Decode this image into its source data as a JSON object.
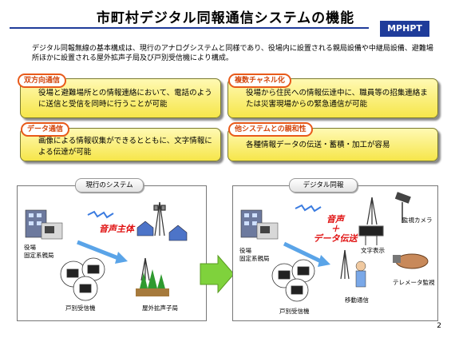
{
  "title": "市町村デジタル同報通信システムの機能",
  "badge": "MPHPT",
  "intro": "デジタル同報無線の基本構成は、現行のアナログシステムと同様であり、役場内に設置される親局設備や中継局設備、避難場所ほかに設置される屋外拡声子局及び戸別受信機により構成。",
  "features": [
    {
      "tag": "双方向通信",
      "text": "役場と避難場所との情報連絡において、電話のように送信と受信を同時に行うことが可能"
    },
    {
      "tag": "複数チャネル化",
      "text": "役場から住民への情報伝達中に、職員等の招集連絡または災害現場からの緊急通信が可能"
    },
    {
      "tag": "データ通信",
      "text": "画像による情報収集ができるとともに、文字情報による伝達が可能"
    },
    {
      "tag": "他システムとの親和性",
      "text": "各種情報データの伝送・蓄積・加工が容易"
    }
  ],
  "left_panel": {
    "label": "現行のシステム",
    "red": "音声主体",
    "office": [
      "役場",
      "固定系親局"
    ],
    "receiver": "戸別受信機",
    "outdoor": "屋外拡声子局"
  },
  "right_panel": {
    "label": "デジタル同報",
    "red": [
      "音声",
      "＋",
      "データ伝送"
    ],
    "office": [
      "役場",
      "固定系親局"
    ],
    "receiver": "戸別受信機",
    "moji": "文字表示",
    "camera": "監視カメラ",
    "telemeter": "テレメータ監視",
    "relay": "移動通信"
  },
  "page_number": "2",
  "colors": {
    "title_rule": "#1f3c9a",
    "tag_border": "#e85a1a",
    "feature_fill": "#f6e64a",
    "arrow": "#7fd23c"
  }
}
